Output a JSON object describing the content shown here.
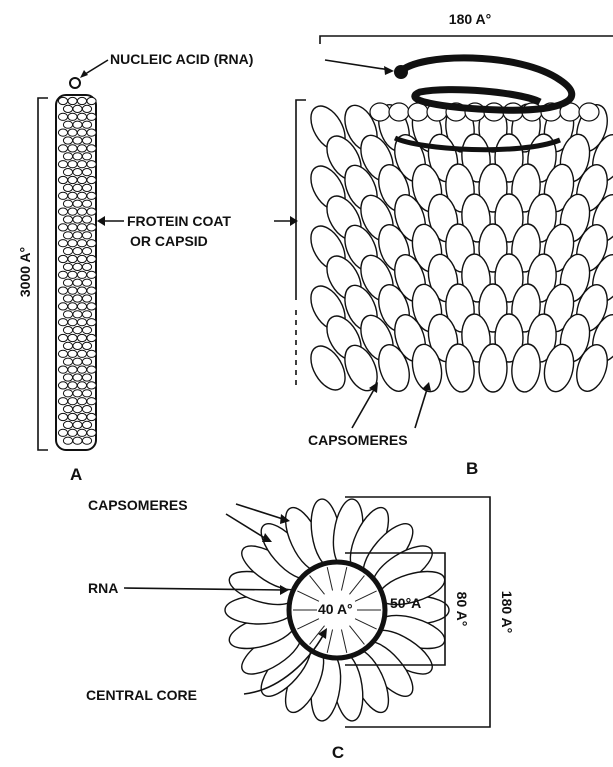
{
  "labels": {
    "nucleic_acid": "NUCLEIC ACID (RNA)",
    "protein_coat_1": "FROTEIN COAT",
    "protein_coat_2": "OR CAPSID",
    "length_a": "3000 A°",
    "width_b": "180 A°",
    "capsomeres_b": "CAPSOMERES",
    "panel_a": "A",
    "panel_b": "B",
    "capsomeres_c": "CAPSOMERES",
    "rna_c": "RNA",
    "central_core": "CENTRAL CORE",
    "core_40": "40 A°",
    "dim_50": "50°A",
    "dim_80": "80 A°",
    "dim_180_c": "180 A°",
    "panel_c": "C"
  },
  "colors": {
    "ink": "#111111",
    "paper": "#ffffff"
  }
}
